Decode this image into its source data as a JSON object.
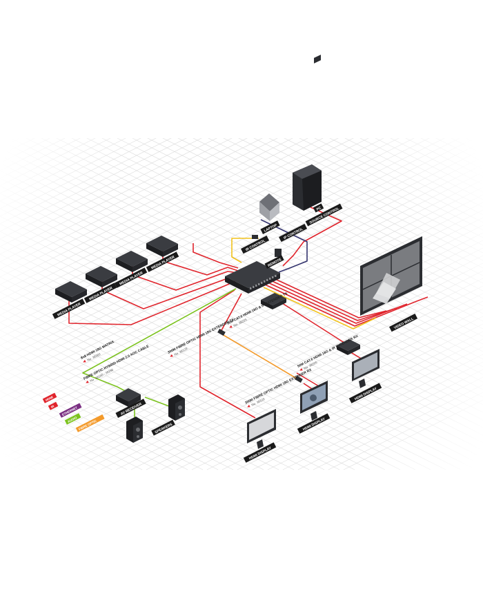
{
  "colors": {
    "hdmi": "#e0242c",
    "ir": "#33336e",
    "ethernet": "#7a2f82",
    "audio": "#7cc31e",
    "fibre": "#f39a2b",
    "rs232": "#f2c21b",
    "device": "#2b2d31",
    "grid": "#dcdcdc"
  },
  "legend": [
    "HDMI",
    "IR",
    "ETHERNET",
    "AUDIO",
    "FIBRE OPTIC"
  ],
  "devices": {
    "media_players": [
      "MEDIA PLAYER",
      "MEDIA PLAYER",
      "MEDIA PLAYER",
      "MEDIA PLAYER"
    ],
    "laptop": "LAPTOP",
    "ip_control": "IP CONTROL",
    "pc": "PC",
    "source_control": "SOURCE CONTROL",
    "ir_control": "IR CONTROL",
    "remote": "REMOTE",
    "video_wall": "VIDEO WALL",
    "av_receiver": "AV RECEIVER",
    "speakers": "SPEAKERS",
    "hdmi_display": "HDMI DISPLAY"
  },
  "products": {
    "matrix": {
      "name": "8x8 HDMI 18G MATRIX",
      "part": "No. 38360"
    },
    "fibre_cable": {
      "name": "FIBRE OPTIC HYBRID HDMI 2.0 AOC CABLE",
      "part": "No. 38180 - 38196"
    },
    "fibre_tx": {
      "name": "300M FIBRE OPTIC HDMI 18G EXTENDER TX",
      "part": "No. 38129"
    },
    "fibre_rx": {
      "name": "300M FIBRE OPTIC HDMI 18G EXTENDER RX",
      "part": "No. 38129"
    },
    "cat_tx": {
      "name": "50M CAT.6 HDMI 18G & IR EXTENDER TX",
      "part": "No. 38205"
    },
    "cat_rx": {
      "name": "50M CAT.6 HDMI 18G & IR EXTENDER RX",
      "part": "No. 38205"
    }
  }
}
